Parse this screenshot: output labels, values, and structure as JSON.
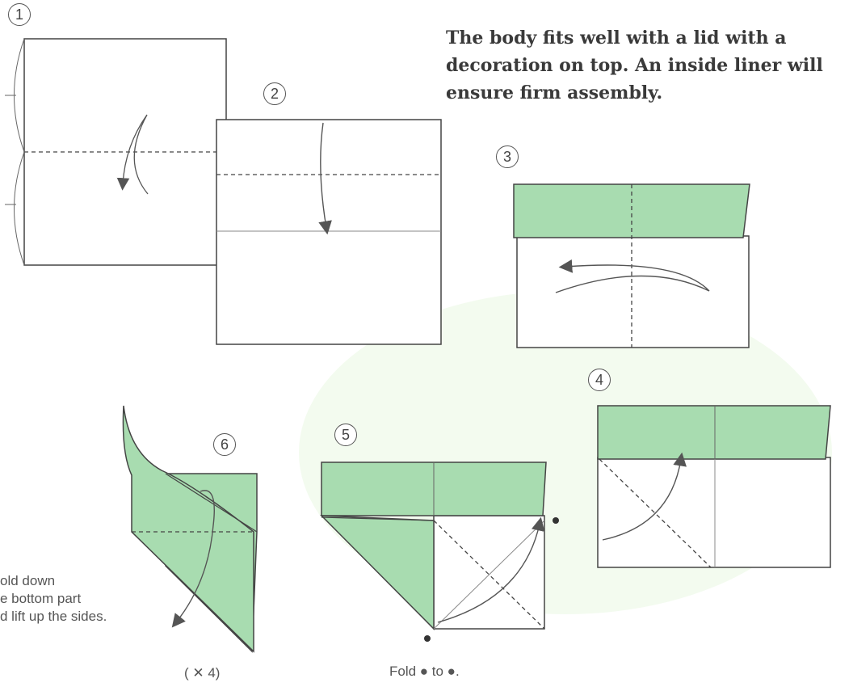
{
  "intro_text": "The body fits well with a lid with a decoration on top. An inside liner will ensure firm assembly.",
  "steps": [
    {
      "number": "1"
    },
    {
      "number": "2"
    },
    {
      "number": "3"
    },
    {
      "number": "4"
    },
    {
      "number": "5"
    },
    {
      "number": "6"
    }
  ],
  "captions": {
    "step6_note": "old down\ne bottom part\nd lift up the sides.",
    "step6_repeat": "( ✕ 4)",
    "step5_note": "Fold ● to ●."
  },
  "colors": {
    "paper_green": "#a8dcb0",
    "paper_green_dark": "#8fcf9a",
    "line": "#444444",
    "arrow": "#555555",
    "background_tint": "#f2fbf0"
  }
}
